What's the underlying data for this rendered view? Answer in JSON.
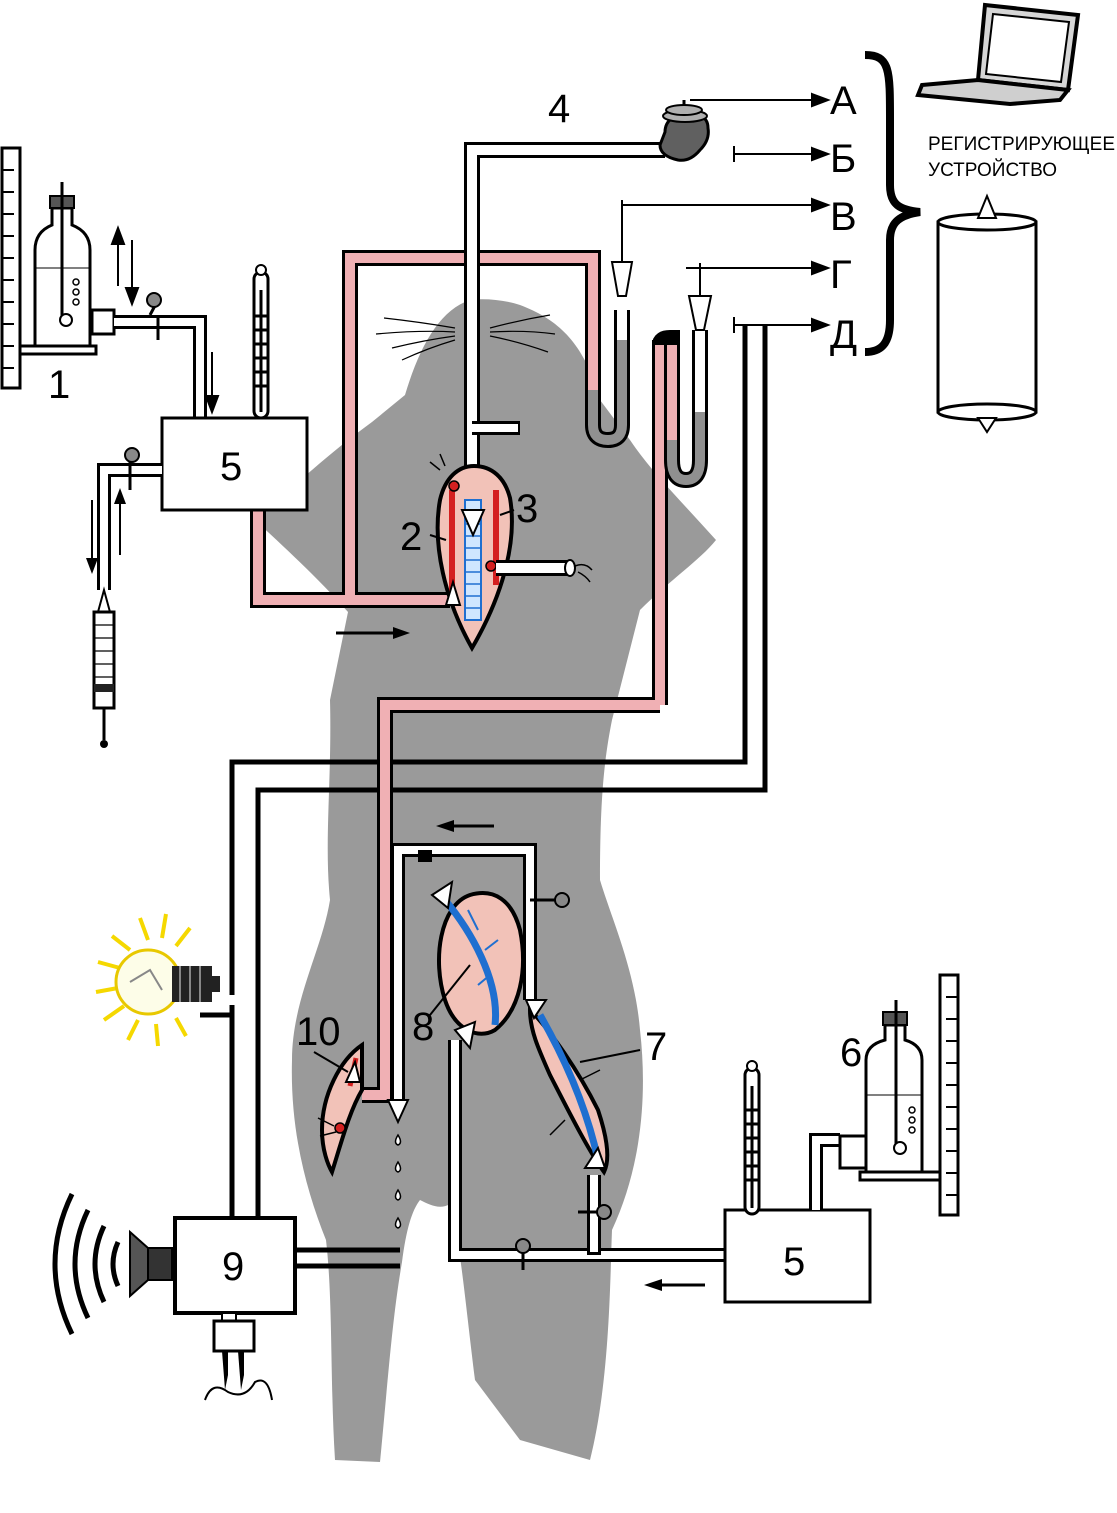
{
  "numbers": {
    "n1": "1",
    "n2": "2",
    "n3": "3",
    "n4": "4",
    "n5_top": "5",
    "n5_bottom": "5",
    "n6": "6",
    "n7": "7",
    "n8": "8",
    "n9": "9",
    "n10": "10"
  },
  "channels": [
    "А",
    "Б",
    "В",
    "Г",
    "Д"
  ],
  "recorder": {
    "line1": "РЕГИСТРИРУЮЩЕЕ",
    "line2": "УСТРОЙСТВО"
  },
  "colors": {
    "body": "#9a9a9a",
    "vessel_red_fill": "#f0b0b4",
    "vessel_blue": "#1f6fd0",
    "organ_fill": "#f2c2b8",
    "organ_red": "#d42020",
    "tube_fill": "#ffffff",
    "outline": "#000000"
  }
}
